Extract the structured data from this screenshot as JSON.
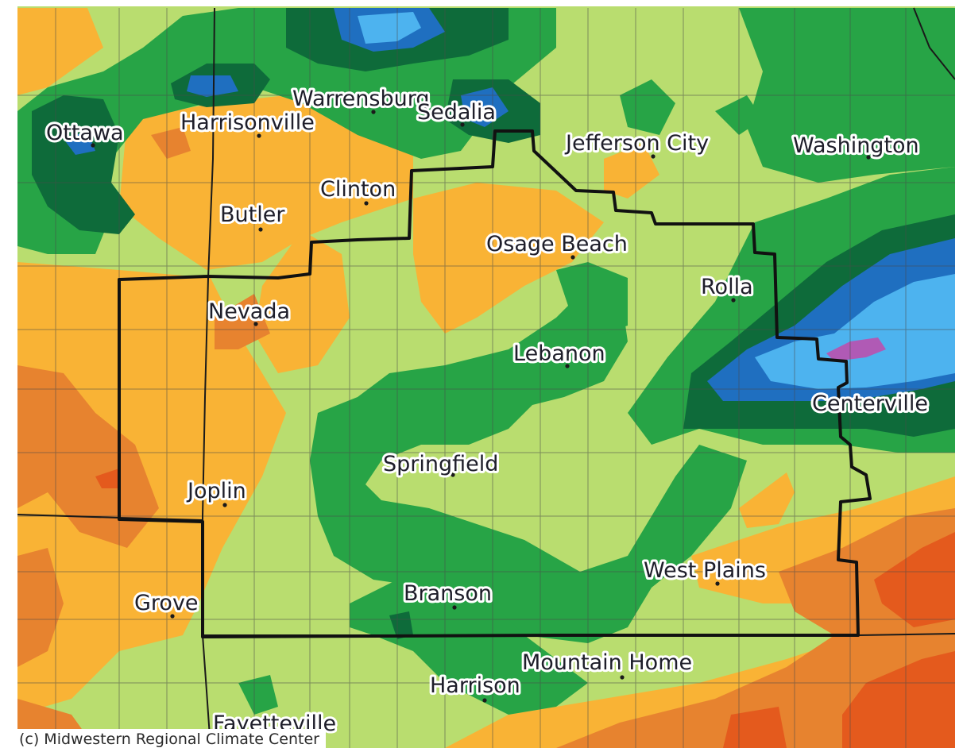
{
  "map": {
    "credit": "(c) Midwestern Regional Climate Center",
    "colors": {
      "light_green": "#b9dd6f",
      "green": "#27a446",
      "dark_green": "#0e6b3a",
      "dark_blue": "#1f6fc0",
      "light_blue": "#4db3ef",
      "purple": "#b05ab5",
      "light_orange": "#f9b335",
      "orange": "#e7832f",
      "dark_orange": "#e45a1d"
    },
    "cities": [
      {
        "id": "ottawa",
        "name": "Ottawa"
      },
      {
        "id": "harrisonville",
        "name": "Harrisonville"
      },
      {
        "id": "warrensburg",
        "name": "Warrensburg"
      },
      {
        "id": "sedalia",
        "name": "Sedalia"
      },
      {
        "id": "jefferson-city",
        "name": "Jefferson City"
      },
      {
        "id": "washington",
        "name": "Washington"
      },
      {
        "id": "clinton",
        "name": "Clinton"
      },
      {
        "id": "butler",
        "name": "Butler"
      },
      {
        "id": "osage-beach",
        "name": "Osage Beach"
      },
      {
        "id": "rolla",
        "name": "Rolla"
      },
      {
        "id": "nevada",
        "name": "Nevada"
      },
      {
        "id": "lebanon",
        "name": "Lebanon"
      },
      {
        "id": "centerville",
        "name": "Centerville"
      },
      {
        "id": "springfield",
        "name": "Springfield"
      },
      {
        "id": "joplin",
        "name": "Joplin"
      },
      {
        "id": "west-plains",
        "name": "West Plains"
      },
      {
        "id": "grove",
        "name": "Grove"
      },
      {
        "id": "branson",
        "name": "Branson"
      },
      {
        "id": "mountain-home",
        "name": "Mountain Home"
      },
      {
        "id": "harrison",
        "name": "Harrison"
      },
      {
        "id": "fayetteville",
        "name": "Fayetteville"
      }
    ]
  }
}
